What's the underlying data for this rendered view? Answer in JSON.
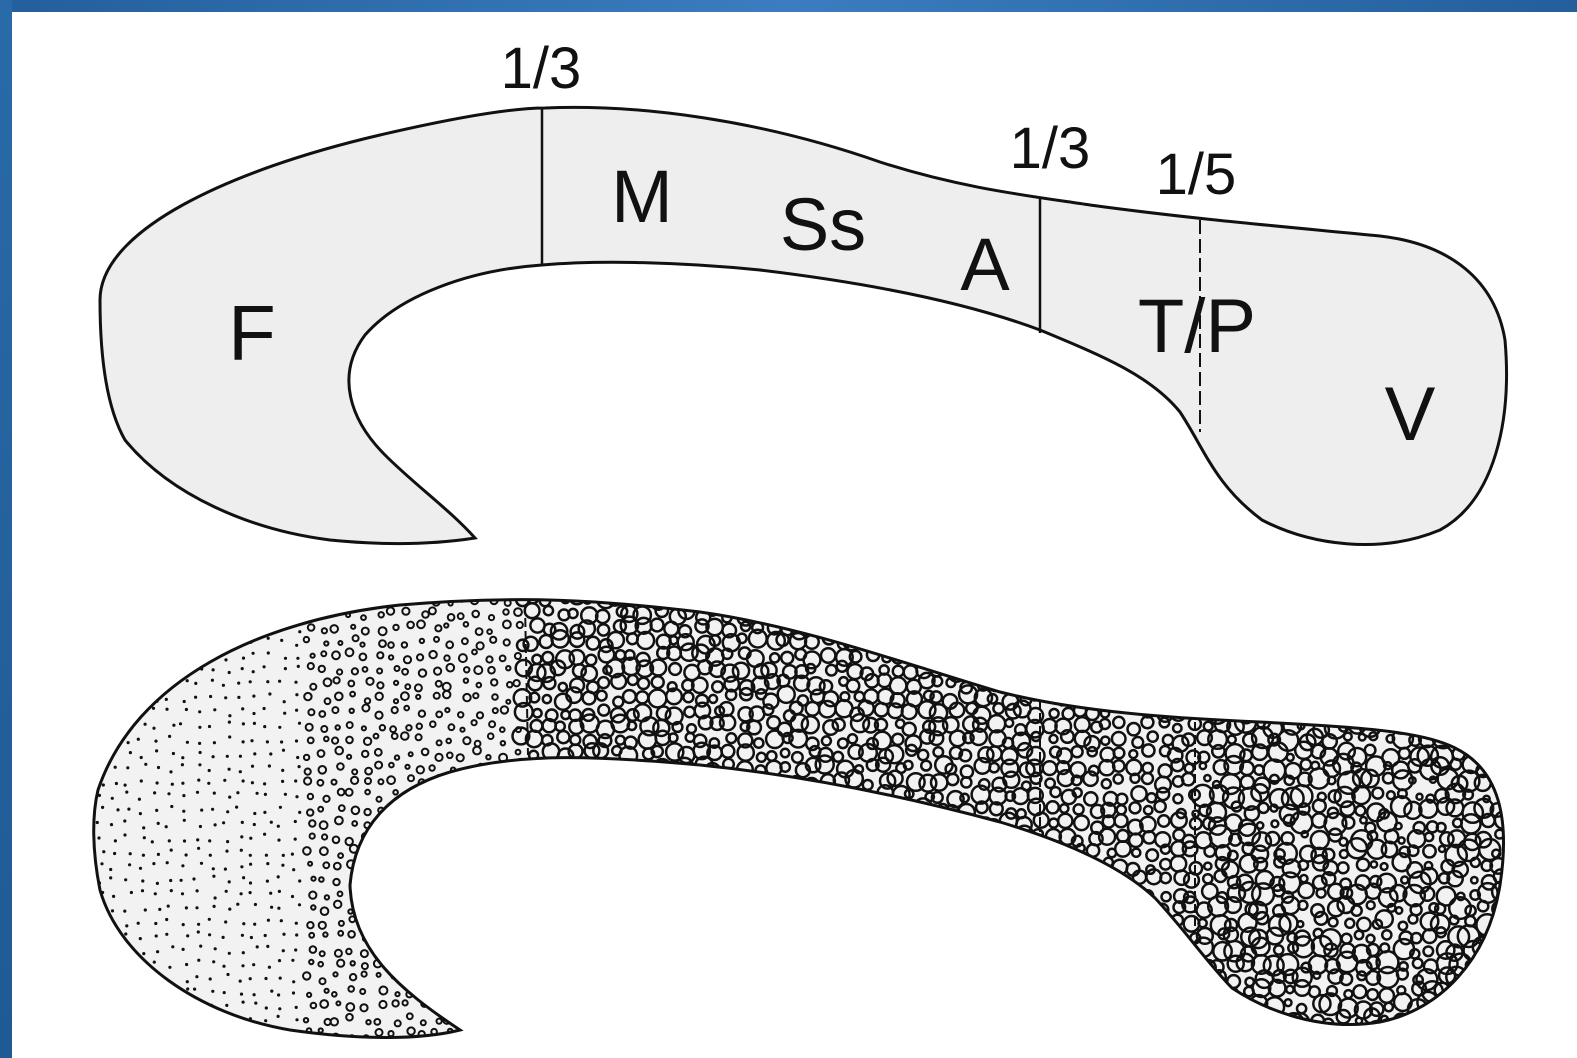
{
  "diagram": {
    "top": {
      "fractions": [
        "1/3",
        "1/3",
        "1/5"
      ],
      "regions": [
        "F",
        "M",
        "Ss",
        "A",
        "T/P",
        "V"
      ]
    }
  }
}
